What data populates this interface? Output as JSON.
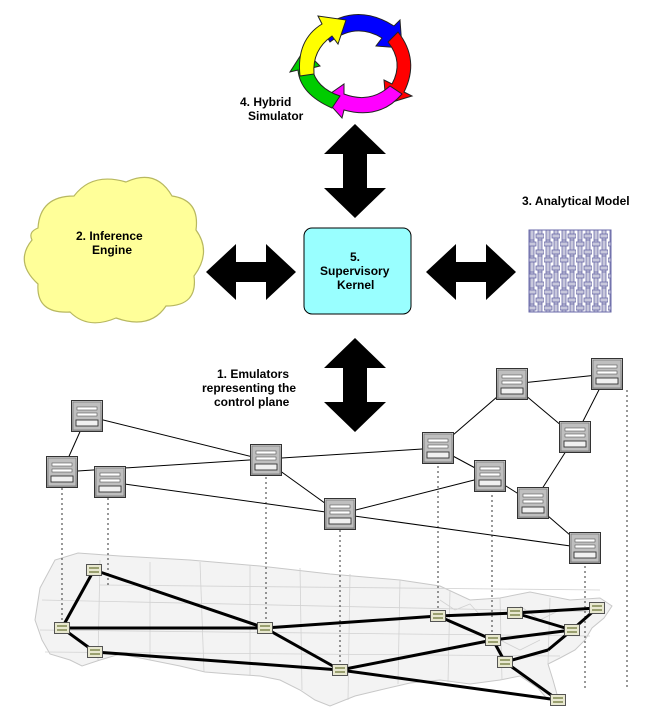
{
  "labels": {
    "hybrid_simulator_line1": "4.  Hybrid",
    "hybrid_simulator_line2": "Simulator",
    "analytical_model": "3.  Analytical Model",
    "inference_engine_line1": "2.  Inference",
    "inference_engine_line2": "Engine",
    "kernel_line1": "5.",
    "kernel_line2": "Supervisory",
    "kernel_line3": "Kernel",
    "emulators_line1": "1.  Emulators",
    "emulators_line2": "representing the",
    "emulators_line3": "control plane"
  },
  "colors": {
    "cloud_fill": "#ffff99",
    "kernel_fill": "#99ffff",
    "grid_fill": "#c8c8dc",
    "grid_stroke": "#6a6aa8",
    "cycle_arrows": [
      "#0000ff",
      "#ff0000",
      "#ff00ff",
      "#00cc00",
      "#ffff00"
    ]
  },
  "icons": [
    "server-icon",
    "router-box-icon",
    "cycle-arrows-icon",
    "cloud-shape",
    "woven-grid-icon"
  ]
}
